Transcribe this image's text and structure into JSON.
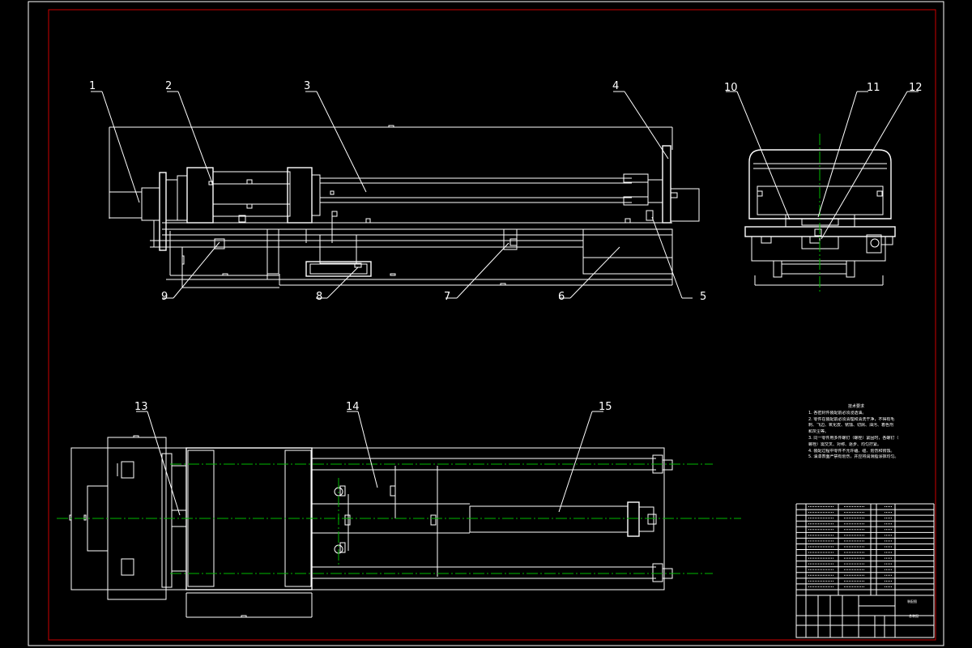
{
  "colors": {
    "background": "#000000",
    "drawing_lines": "#ffffff",
    "outer_frame": "#cc0000",
    "center_lines": "#00b800"
  },
  "part_labels": [
    "1",
    "2",
    "3",
    "4",
    "5",
    "6",
    "7",
    "8",
    "9",
    "10",
    "11",
    "12",
    "13",
    "14",
    "15"
  ],
  "tech_notes": {
    "title": "技术要求",
    "lines": [
      "1. 各密封件装配前必须浸透油。",
      "2. 零件在装配前必须清理和清洗干净，不得有毛",
      "刺、飞边、氧化皮、锈蚀、切屑、油污、着色剂",
      "和灰尘等。",
      "3. 同一零件用多件螺钉（螺栓）紧固时，各螺钉（",
      "螺栓）需交叉、对称、逐步、均匀拧紧。",
      "4. 装配过程中零件不允许磕、碰、划伤和锈蚀。",
      "5. 油漆表面严禁有划伤，并应将润滑脂涂抹均匀。"
    ]
  },
  "title_block": {
    "drawing_name": "装配图",
    "subtitle": "总装图",
    "rows": 15
  }
}
